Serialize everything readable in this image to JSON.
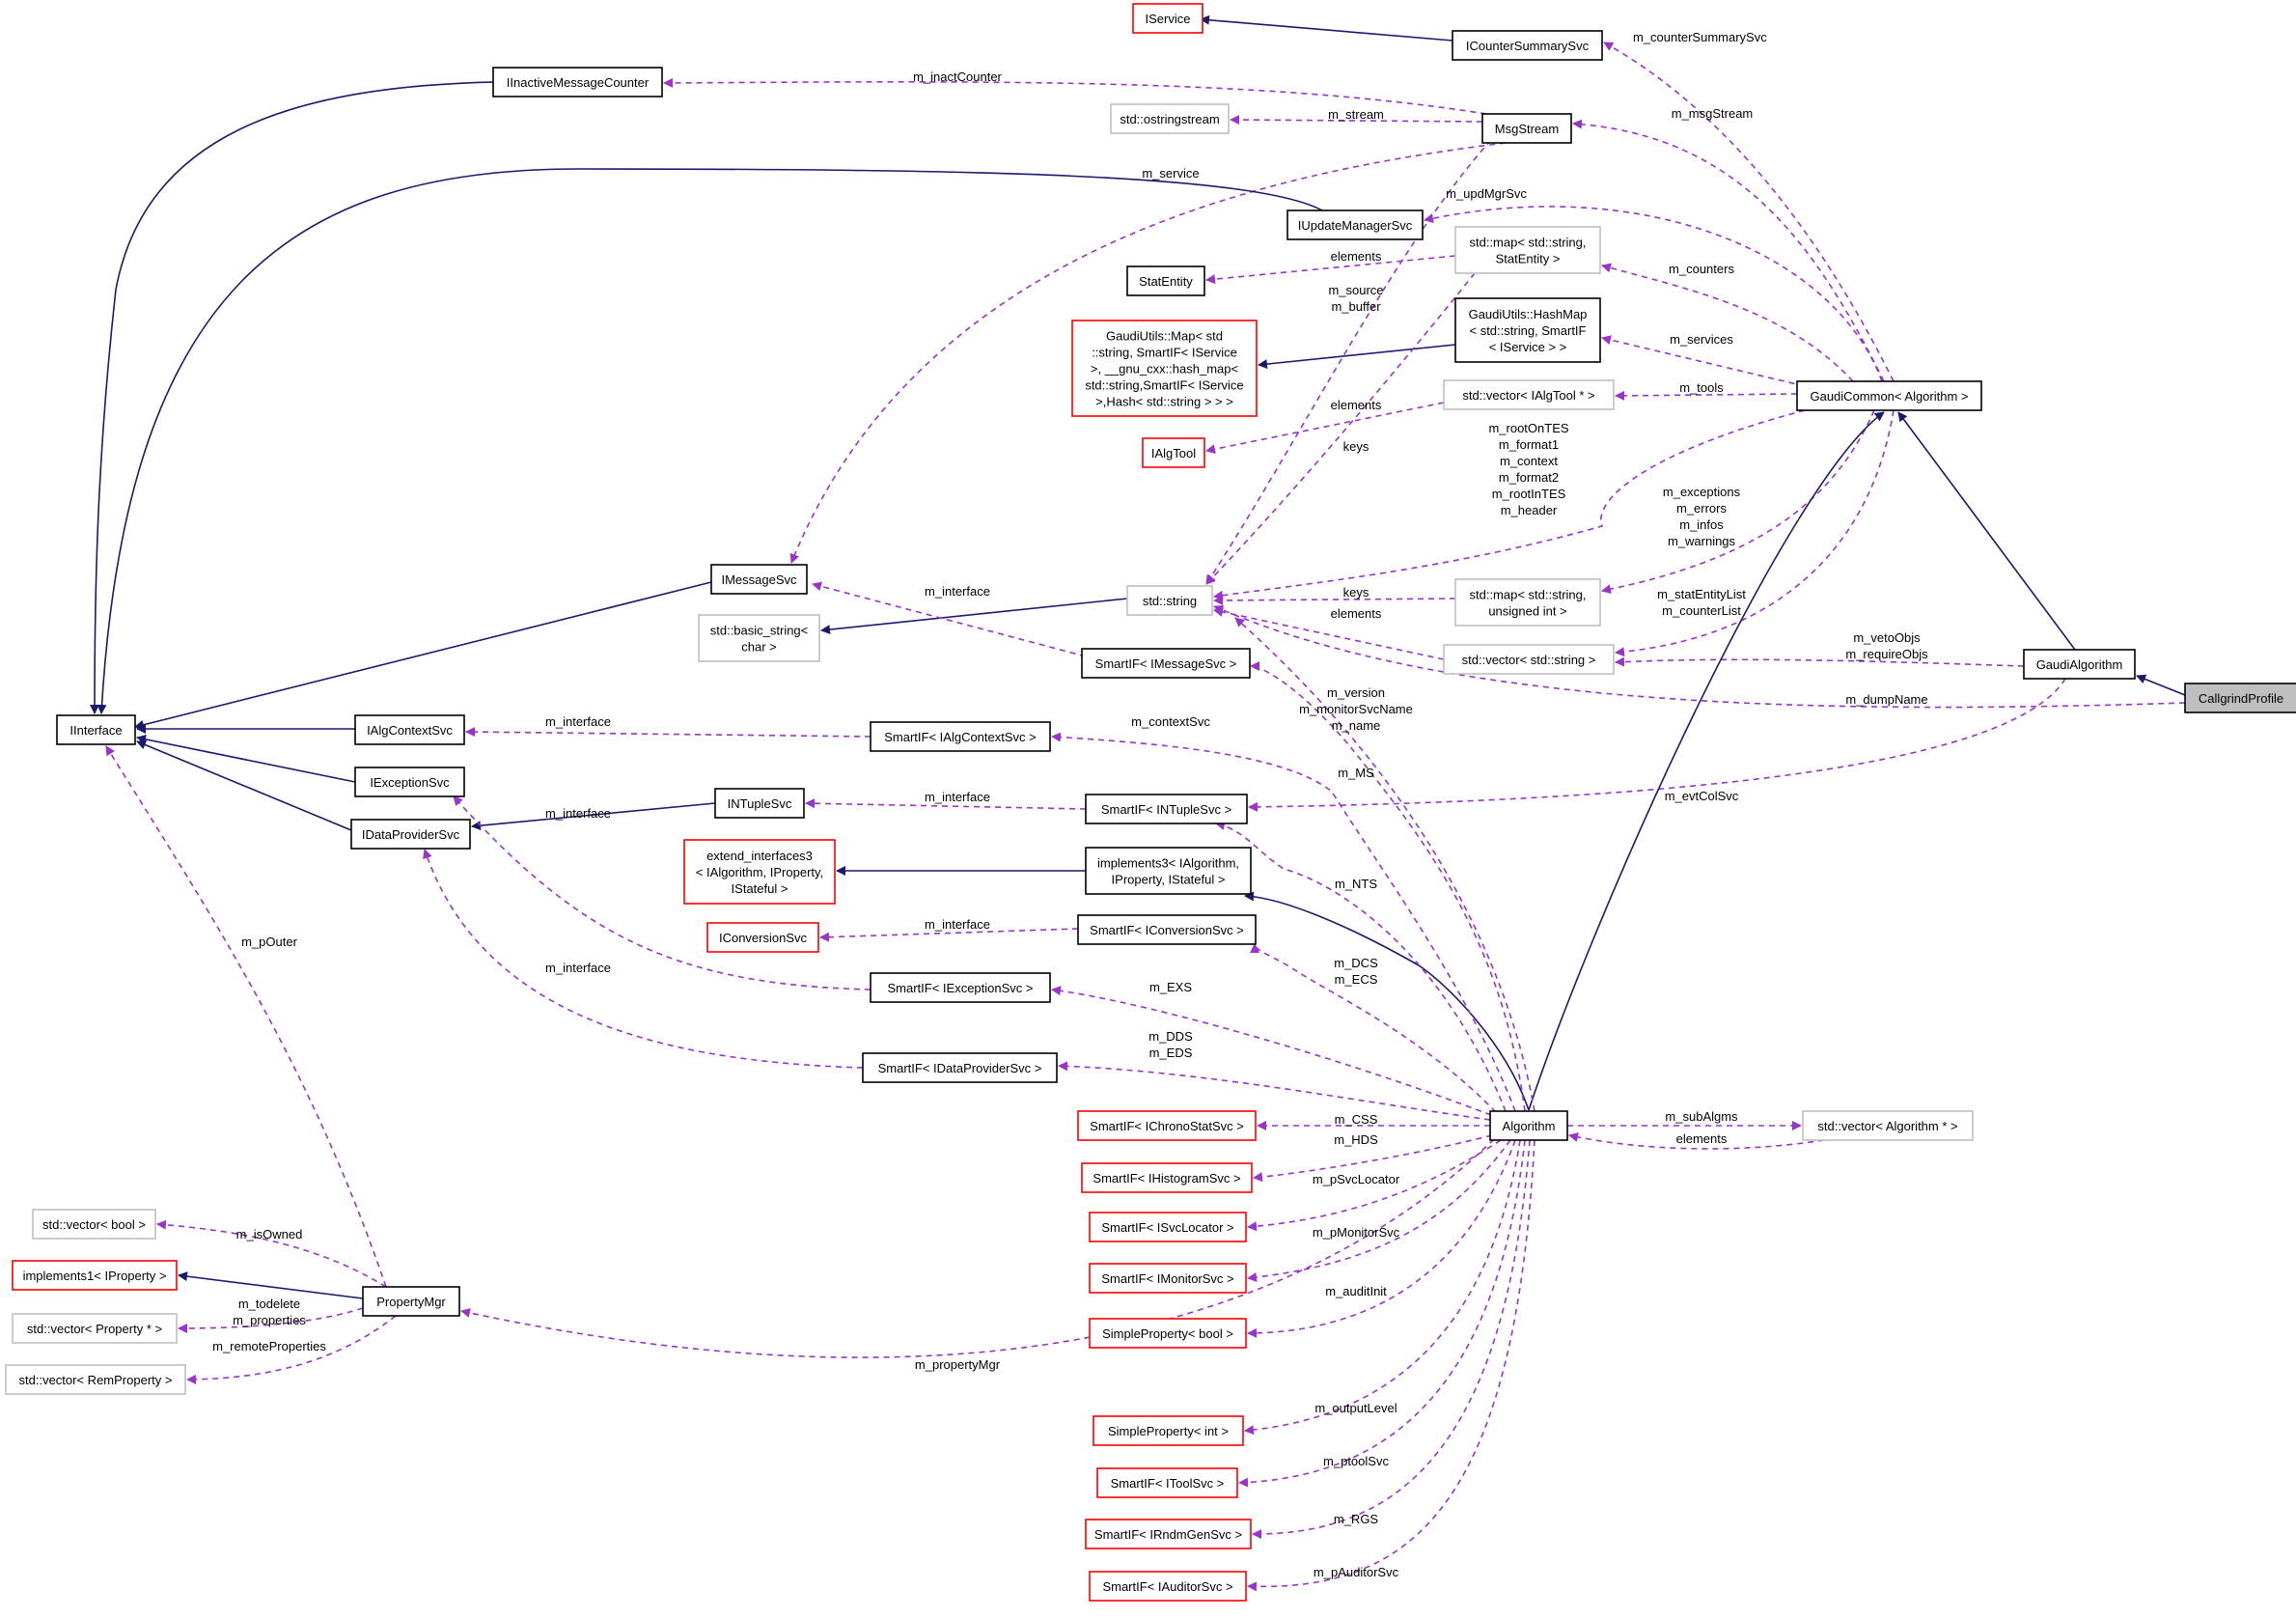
{
  "diagram": {
    "title": "",
    "nodes": [
      {
        "id": "iservice",
        "style": "red",
        "lines": [
          "IService"
        ]
      },
      {
        "id": "icountersummarysvc",
        "style": "solid",
        "lines": [
          "ICounterSummarySvc"
        ]
      },
      {
        "id": "iinactivemessagecounter",
        "style": "solid",
        "lines": [
          "IInactiveMessageCounter"
        ]
      },
      {
        "id": "std-ostringstream",
        "style": "gray",
        "lines": [
          "std::ostringstream"
        ]
      },
      {
        "id": "msgstream",
        "style": "solid",
        "lines": [
          "MsgStream"
        ]
      },
      {
        "id": "iupdatemanagersvc",
        "style": "solid",
        "lines": [
          "IUpdateManagerSvc"
        ]
      },
      {
        "id": "std-map-string-statentity",
        "style": "gray",
        "lines": [
          "std::map< std::string,",
          "StatEntity >"
        ]
      },
      {
        "id": "statentity",
        "style": "solid",
        "lines": [
          "StatEntity"
        ]
      },
      {
        "id": "gaudiutils-map",
        "style": "red",
        "lines": [
          "GaudiUtils::Map< std",
          "::string, SmartIF< IService",
          ">, __gnu_cxx::hash_map<",
          "std::string,SmartIF< IService",
          ">,Hash< std::string > > >"
        ]
      },
      {
        "id": "gaudiutils-hashmap",
        "style": "solid",
        "lines": [
          "GaudiUtils::HashMap",
          "< std::string, SmartIF",
          "< IService > >"
        ]
      },
      {
        "id": "ialgtool",
        "style": "red",
        "lines": [
          "IAlgTool"
        ]
      },
      {
        "id": "std-vector-ialgtool",
        "style": "gray",
        "lines": [
          "std::vector< IAlgTool * >"
        ]
      },
      {
        "id": "gaudicommon-algorithm",
        "style": "solid",
        "lines": [
          "GaudiCommon< Algorithm >"
        ]
      },
      {
        "id": "imessagesvc",
        "style": "solid",
        "lines": [
          "IMessageSvc"
        ]
      },
      {
        "id": "std-basic-string",
        "style": "gray",
        "lines": [
          "std::basic_string<",
          "char >"
        ]
      },
      {
        "id": "std-string",
        "style": "gray",
        "lines": [
          "std::string"
        ]
      },
      {
        "id": "std-map-string-uint",
        "style": "gray",
        "lines": [
          "std::map< std::string,",
          "unsigned int >"
        ]
      },
      {
        "id": "std-vector-string",
        "style": "gray",
        "lines": [
          "std::vector< std::string >"
        ]
      },
      {
        "id": "smartif-imessagesvc",
        "style": "solid",
        "lines": [
          "SmartIF< IMessageSvc >"
        ]
      },
      {
        "id": "gaudialgorithm",
        "style": "solid",
        "lines": [
          "GaudiAlgorithm"
        ]
      },
      {
        "id": "callgrindprofile",
        "style": "focus",
        "lines": [
          "CallgrindProfile"
        ]
      },
      {
        "id": "iinterface",
        "style": "solid",
        "lines": [
          "IInterface"
        ]
      },
      {
        "id": "ialgcontextsvc",
        "style": "solid",
        "lines": [
          "IAlgContextSvc"
        ]
      },
      {
        "id": "smartif-ialgcontextsvc",
        "style": "solid",
        "lines": [
          "SmartIF< IAlgContextSvc >"
        ]
      },
      {
        "id": "iexceptionsvc",
        "style": "solid",
        "lines": [
          "IExceptionSvc"
        ]
      },
      {
        "id": "intuplesvc",
        "style": "solid",
        "lines": [
          "INTupleSvc"
        ]
      },
      {
        "id": "smartif-intuplesvc",
        "style": "solid",
        "lines": [
          "SmartIF< INTupleSvc >"
        ]
      },
      {
        "id": "idataprovidersvc",
        "style": "solid",
        "lines": [
          "IDataProviderSvc"
        ]
      },
      {
        "id": "extend-interfaces3",
        "style": "red",
        "lines": [
          "extend_interfaces3",
          "< IAlgorithm, IProperty,",
          "IStateful >"
        ]
      },
      {
        "id": "implements3",
        "style": "solid",
        "lines": [
          "implements3< IAlgorithm,",
          "IProperty, IStateful >"
        ]
      },
      {
        "id": "iconversionsvc",
        "style": "red",
        "lines": [
          "IConversionSvc"
        ]
      },
      {
        "id": "smartif-iconversionsvc",
        "style": "solid",
        "lines": [
          "SmartIF< IConversionSvc >"
        ]
      },
      {
        "id": "smartif-iexceptionsvc",
        "style": "solid",
        "lines": [
          "SmartIF< IExceptionSvc >"
        ]
      },
      {
        "id": "smartif-idataprovidersvc",
        "style": "solid",
        "lines": [
          "SmartIF< IDataProviderSvc >"
        ]
      },
      {
        "id": "smartif-ichronostatsvc",
        "style": "red",
        "lines": [
          "SmartIF< IChronoStatSvc >"
        ]
      },
      {
        "id": "algorithm",
        "style": "solid",
        "lines": [
          "Algorithm"
        ]
      },
      {
        "id": "std-vector-algorithm",
        "style": "gray",
        "lines": [
          "std::vector< Algorithm * >"
        ]
      },
      {
        "id": "smartif-ihistogramsvc",
        "style": "red",
        "lines": [
          "SmartIF< IHistogramSvc >"
        ]
      },
      {
        "id": "smartif-isvclocator",
        "style": "red",
        "lines": [
          "SmartIF< ISvcLocator >"
        ]
      },
      {
        "id": "smartif-imonitorsvc",
        "style": "red",
        "lines": [
          "SmartIF< IMonitorSvc >"
        ]
      },
      {
        "id": "simpleproperty-bool",
        "style": "red",
        "lines": [
          "SimpleProperty< bool >"
        ]
      },
      {
        "id": "simpleproperty-int",
        "style": "red",
        "lines": [
          "SimpleProperty< int >"
        ]
      },
      {
        "id": "smartif-itoolsvc",
        "style": "red",
        "lines": [
          "SmartIF< IToolSvc >"
        ]
      },
      {
        "id": "smartif-irndmgensvc",
        "style": "red",
        "lines": [
          "SmartIF< IRndmGenSvc >"
        ]
      },
      {
        "id": "smartif-iauditorsvc",
        "style": "red",
        "lines": [
          "SmartIF< IAuditorSvc >"
        ]
      },
      {
        "id": "std-vector-bool",
        "style": "gray",
        "lines": [
          "std::vector< bool >"
        ]
      },
      {
        "id": "implements1-iproperty",
        "style": "red",
        "lines": [
          "implements1< IProperty >"
        ]
      },
      {
        "id": "propertymgr",
        "style": "solid",
        "lines": [
          "PropertyMgr"
        ]
      },
      {
        "id": "std-vector-property",
        "style": "gray",
        "lines": [
          "std::vector< Property * >"
        ]
      },
      {
        "id": "std-vector-remproperty",
        "style": "gray",
        "lines": [
          "std::vector< RemProperty >"
        ]
      }
    ],
    "edge_labels": [
      {
        "id": "m-countersummarysvc",
        "lines": [
          "m_counterSummarySvc"
        ]
      },
      {
        "id": "m-inactcounter",
        "lines": [
          "m_inactCounter"
        ]
      },
      {
        "id": "m-stream",
        "lines": [
          "m_stream"
        ]
      },
      {
        "id": "m-msgstream",
        "lines": [
          "m_msgStream"
        ]
      },
      {
        "id": "m-service",
        "lines": [
          "m_service"
        ]
      },
      {
        "id": "m-updmgrsvc",
        "lines": [
          "m_updMgrSvc"
        ]
      },
      {
        "id": "elements-statentity",
        "lines": [
          "elements"
        ]
      },
      {
        "id": "m-counters",
        "lines": [
          "m_counters"
        ]
      },
      {
        "id": "m-source-buffer",
        "lines": [
          "m_source",
          "m_buffer"
        ]
      },
      {
        "id": "m-services",
        "lines": [
          "m_services"
        ]
      },
      {
        "id": "elements-ialgtool",
        "lines": [
          "elements"
        ]
      },
      {
        "id": "m-tools",
        "lines": [
          "m_tools"
        ]
      },
      {
        "id": "keys-hashmap",
        "lines": [
          "keys"
        ]
      },
      {
        "id": "m-rootontes-group",
        "lines": [
          "m_rootOnTES",
          "m_format1",
          "m_context",
          "m_format2",
          "m_rootInTES",
          "m_header"
        ]
      },
      {
        "id": "m-exceptions-group",
        "lines": [
          "m_exceptions",
          "m_errors",
          "m_infos",
          "m_warnings"
        ]
      },
      {
        "id": "m-interface-imessagesvc",
        "lines": [
          "m_interface"
        ]
      },
      {
        "id": "keys-map-uint",
        "lines": [
          "keys"
        ]
      },
      {
        "id": "elements-vector-string",
        "lines": [
          "elements"
        ]
      },
      {
        "id": "m-statentitylist",
        "lines": [
          "m_statEntityList",
          "m_counterList"
        ]
      },
      {
        "id": "m-vetoobjs",
        "lines": [
          "m_vetoObjs",
          "m_requireObjs"
        ]
      },
      {
        "id": "m-dumpname",
        "lines": [
          "m_dumpName"
        ]
      },
      {
        "id": "m-version-group",
        "lines": [
          "m_version",
          "m_monitorSvcName",
          "m_name"
        ]
      },
      {
        "id": "m-interface-ialgcontextsvc",
        "lines": [
          "m_interface"
        ]
      },
      {
        "id": "m-contextsvc",
        "lines": [
          "m_contextSvc"
        ]
      },
      {
        "id": "m-ms",
        "lines": [
          "m_MS"
        ]
      },
      {
        "id": "m-interface-intuplesvc",
        "lines": [
          "m_interface"
        ]
      },
      {
        "id": "m-evtcolsvc",
        "lines": [
          "m_evtColSvc"
        ]
      },
      {
        "id": "m-interface-iexceptionsvc",
        "lines": [
          "m_interface"
        ]
      },
      {
        "id": "m-nts",
        "lines": [
          "m_NTS"
        ]
      },
      {
        "id": "m-interface-iconversionsvc",
        "lines": [
          "m_interface"
        ]
      },
      {
        "id": "m-pouter",
        "lines": [
          "m_pOuter"
        ]
      },
      {
        "id": "m-interface-idataprovidersvc",
        "lines": [
          "m_interface"
        ]
      },
      {
        "id": "m-dcs-ecs",
        "lines": [
          "m_DCS",
          "m_ECS"
        ]
      },
      {
        "id": "m-exs",
        "lines": [
          "m_EXS"
        ]
      },
      {
        "id": "m-dds-eds",
        "lines": [
          "m_DDS",
          "m_EDS"
        ]
      },
      {
        "id": "m-css",
        "lines": [
          "m_CSS"
        ]
      },
      {
        "id": "m-subalgms",
        "lines": [
          "m_subAlgms"
        ]
      },
      {
        "id": "elements-vector-algorithm",
        "lines": [
          "elements"
        ]
      },
      {
        "id": "m-hds",
        "lines": [
          "m_HDS"
        ]
      },
      {
        "id": "m-psvclocator",
        "lines": [
          "m_pSvcLocator"
        ]
      },
      {
        "id": "m-isowned",
        "lines": [
          "m_isOwned"
        ]
      },
      {
        "id": "m-pmonitorsvc",
        "lines": [
          "m_pMonitorSvc"
        ]
      },
      {
        "id": "m-auditinit",
        "lines": [
          "m_auditInit"
        ]
      },
      {
        "id": "m-todelete-properties",
        "lines": [
          "m_todelete",
          "m_properties"
        ]
      },
      {
        "id": "m-remoteproperties",
        "lines": [
          "m_remoteProperties"
        ]
      },
      {
        "id": "m-propertymgr",
        "lines": [
          "m_propertyMgr"
        ]
      },
      {
        "id": "m-outputlevel",
        "lines": [
          "m_outputLevel"
        ]
      },
      {
        "id": "m-ptoolsvc",
        "lines": [
          "m_ptoolSvc"
        ]
      },
      {
        "id": "m-rgs",
        "lines": [
          "m_RGS"
        ]
      },
      {
        "id": "m-pauditorsvc",
        "lines": [
          "m_pAuditorSvc"
        ]
      }
    ]
  }
}
